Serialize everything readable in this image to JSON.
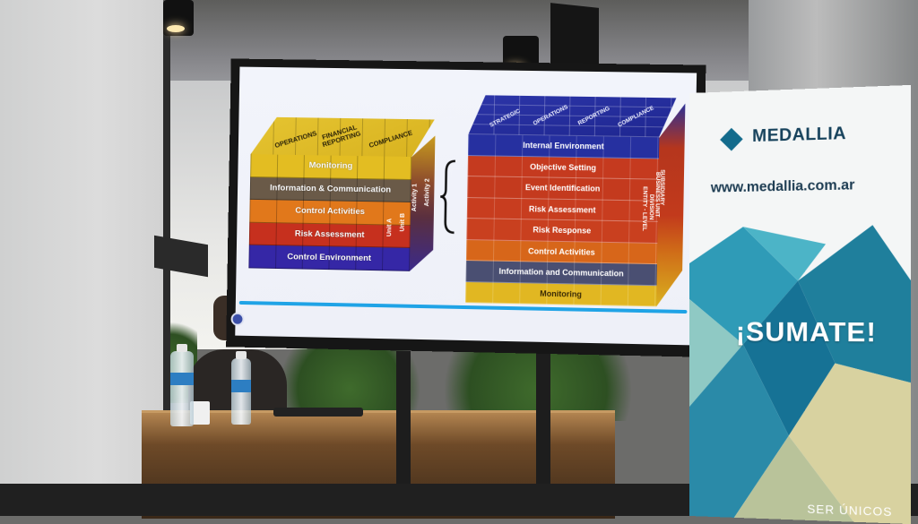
{
  "slide": {
    "cube1": {
      "top_labels": [
        "OPERATIONS",
        "FINANCIAL REPORTING",
        "COMPLIANCE"
      ],
      "rows": [
        {
          "label": "Monitoring",
          "color": "#e3bd22"
        },
        {
          "label": "Information & Communication",
          "color": "#6a5a48"
        },
        {
          "label": "Control Activities",
          "color": "#e1781b"
        },
        {
          "label": "Risk Assessment",
          "color": "#c6301e"
        },
        {
          "label": "Control Environment",
          "color": "#3527a6"
        }
      ],
      "side_labels": [
        "Unit A",
        "Unit B",
        "Activity 1",
        "Activity 2"
      ]
    },
    "cube2": {
      "top_labels": [
        "STRATEGIC",
        "OPERATIONS",
        "REPORTING",
        "COMPLIANCE"
      ],
      "rows": [
        {
          "label": "Internal Environment",
          "color": "#2630a0"
        },
        {
          "label": "Objective Setting",
          "color": "#c53a1f"
        },
        {
          "label": "Event Identification",
          "color": "#c43a1e"
        },
        {
          "label": "Risk Assessment",
          "color": "#c83d1f"
        },
        {
          "label": "Risk Response",
          "color": "#c9401f"
        },
        {
          "label": "Control Activities",
          "color": "#d7661a"
        },
        {
          "label": "Information and Communication",
          "color": "#4a4f72"
        },
        {
          "label": "Monitoring",
          "color": "#e1b722"
        }
      ],
      "side_labels": [
        "SUBSIDIARY",
        "BUSINESS UNIT",
        "DIVISION",
        "ENTITY - LEVEL"
      ]
    },
    "rule_color": "#1fa3e6"
  },
  "banner": {
    "logo": "MEDALLIA",
    "url": "www.medallia.com.ar",
    "slogan": "¡SUMATE!",
    "footer": "SER ÚNICOS",
    "accent": "#136b8c"
  }
}
